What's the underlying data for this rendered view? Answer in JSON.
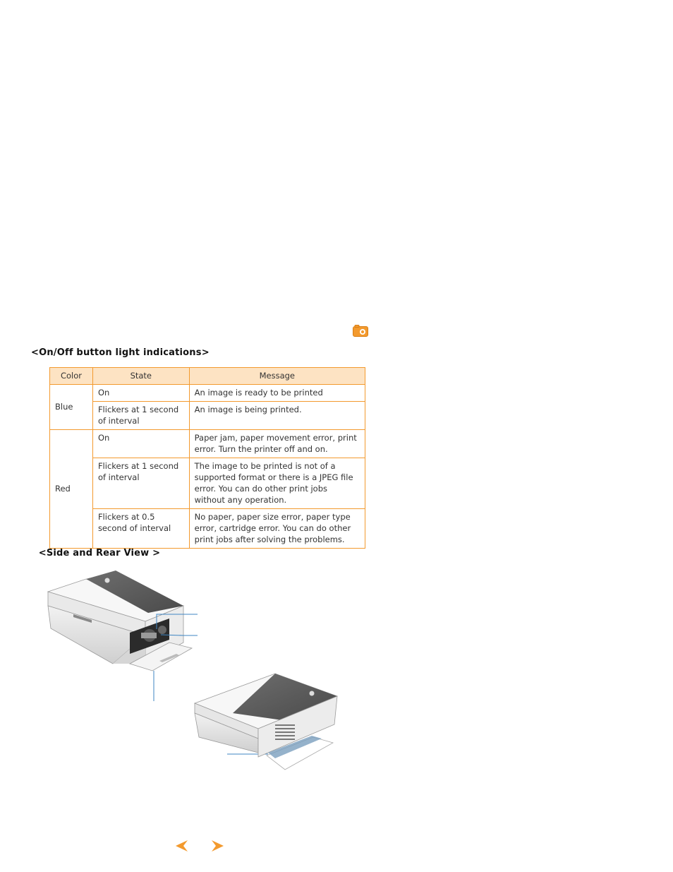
{
  "icons": {
    "camera": "camera-icon",
    "prev": "arrow-left-icon",
    "next": "arrow-right-icon"
  },
  "accent_color": "#f39a2e",
  "header_fill": "#fde3c3",
  "section1": {
    "title": "<On/Off button light indications>",
    "table": {
      "headers": [
        "Color",
        "State",
        "Message"
      ],
      "rows": [
        {
          "color": "Blue",
          "state": "On",
          "message": "An image is ready to be printed"
        },
        {
          "state": "Flickers at 1 second of interval",
          "message": "An image is being printed."
        },
        {
          "color": "Red",
          "state": "On",
          "message": "Paper jam, paper movement error, print error. Turn the printer off and on."
        },
        {
          "state": "Flickers at 1 second of interval",
          "message": "The image to be printed is not of a supported format or there is a JPEG file error. You can do other print jobs without any operation."
        },
        {
          "state": "Flickers at 0.5 second of interval",
          "message": "No paper, paper size error, paper type error, cartridge error. You can do other print jobs after solving the problems."
        }
      ]
    }
  },
  "section2": {
    "title": " <Side and Rear View >"
  }
}
